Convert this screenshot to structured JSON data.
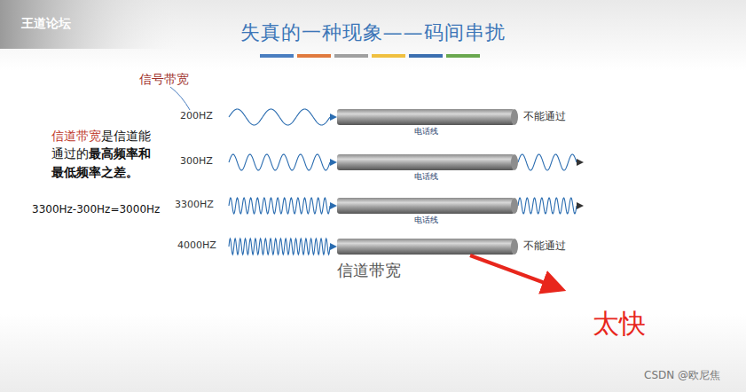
{
  "diagram": {
    "title": "失真的一种现象——码间串扰",
    "nodes": [
      {
        "text": [
          "电话线"
        ]
      },
      {
        "text": [
          "电话线"
        ]
      },
      {
        "text": [
          "电话线"
        ]
      }
    ],
    "labels": [
      "王道论坛",
      "信号带宽",
      "信道带宽",
      "是信道能通过的",
      "最高频率和最低频率之差。",
      "3300Hz-300Hz=3000Hz",
      "200HZ",
      "300HZ",
      "3300HZ",
      "4000HZ",
      "不能通过",
      "不能通过",
      "信道带宽",
      "太快",
      "CSDN @欧尼焦"
    ]
  }
}
